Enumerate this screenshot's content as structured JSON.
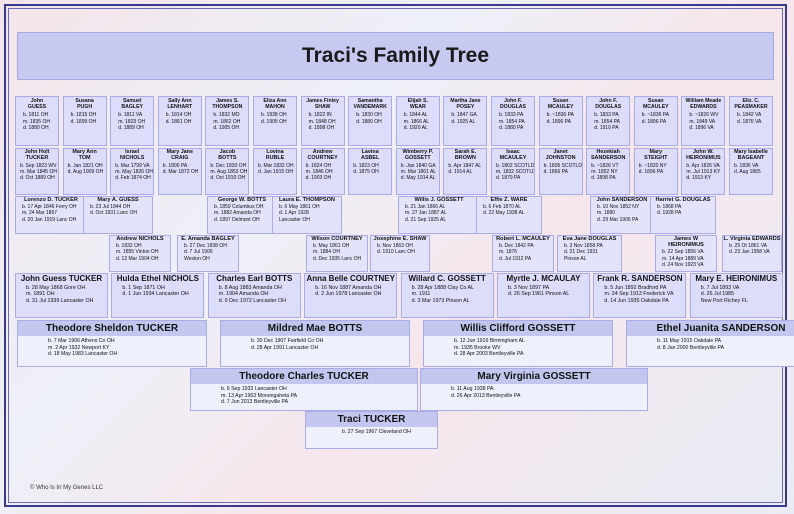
{
  "title": "Traci's Family Tree",
  "copyright": "© Who Is In My Genes LLC",
  "g6": [
    {
      "name": "John\nGUESS",
      "lines": [
        "b. 1811 OH",
        "m. 1835 OH",
        "d. 1880 OH"
      ]
    },
    {
      "name": "Susana\nPUGH",
      "lines": [
        "b. 1815 OH",
        "d. 1899 OH"
      ]
    },
    {
      "name": "Samuel\nBAGLEY",
      "lines": [
        "b. 1811 VA",
        "m. 1833 OH",
        "d. 1889 OH"
      ]
    },
    {
      "name": "Sally Ann\nLENHART",
      "lines": [
        "b. 1814 OH",
        "d. 1861 OH"
      ]
    },
    {
      "name": "James S.\nTHOMPSON",
      "lines": [
        "b. 1832 MO",
        "m. 1862 OH",
        "d. 1905 OH"
      ]
    },
    {
      "name": "Eliza Ann\nMAHON",
      "lines": [
        "b. 1838 OH",
        "d. 1905 OH"
      ]
    },
    {
      "name": "James Finley\nSHAW",
      "lines": [
        "b. 1822 IN",
        "m. 1848 OH",
        "d. 1898 OH"
      ]
    },
    {
      "name": "Samantha\nVANDEMARK",
      "lines": [
        "b. 1830 OH",
        "d. 1880 OH"
      ]
    },
    {
      "name": "Elijah S.\nWEAR",
      "lines": [
        "b. 1844 AL",
        "m. 1866 AL",
        "d. 1920 AL"
      ]
    },
    {
      "name": "Martha Jane\nPOSEY",
      "lines": [
        "b. 1847 GA",
        "d. 1925 AL"
      ]
    },
    {
      "name": "John F.\nDOUGLAS",
      "lines": [
        "b. 1833 PA",
        "m. 1854 PA",
        "d. 1880 PA"
      ]
    },
    {
      "name": "Susan\nMCAULEY",
      "lines": [
        "b. ~1836 PA",
        "d. 1896 PA"
      ]
    },
    {
      "name": "John F.\nDOUGLAS",
      "lines": [
        "b. 1833 PA",
        "m. 1854 PA",
        "d. 1910 PA"
      ]
    },
    {
      "name": "Susan\nMCAULEY",
      "lines": [
        "b. ~1836 PA",
        "d. 1896 PA"
      ]
    },
    {
      "name": "William Meade\nEDWARDS",
      "lines": [
        "b. ~1826 WV",
        "m. 1849 VA",
        "d. 1896 VA"
      ]
    },
    {
      "name": "Eliz. C.\nPEASMAKER",
      "lines": [
        "b. 1842 VA",
        "d. 1876 VA"
      ]
    }
  ],
  "g5": [
    {
      "name": "John Holt\nTUCKER",
      "lines": [
        "b. Sep 1823 WV",
        "m. Mar 1845 OH",
        "d. Oct 1889 OH"
      ]
    },
    {
      "name": "Mary Ann\nTOM",
      "lines": [
        "b. Jan 1821 OH",
        "d. Aug 1909 OH"
      ]
    },
    {
      "name": "Israel\nNICHOLS",
      "lines": [
        "b. Mar 1799 VA",
        "m. May 1826 OH",
        "d. Feb 1874 OH"
      ]
    },
    {
      "name": "Mary Jane\nCRAIG",
      "lines": [
        "b. 1806 PA",
        "d. Mar 1872 OH"
      ]
    },
    {
      "name": "Jacob\nBOTTS",
      "lines": [
        "b. Dec 1830 OH",
        "m. Aug 1853 OH",
        "d. Oct 1910 OH"
      ]
    },
    {
      "name": "Lovina\nRUBLE",
      "lines": [
        "b. Mar 1832 OH",
        "d. Jan 1915 OH"
      ]
    },
    {
      "name": "Andrew\nCOURTNEY",
      "lines": [
        "b. 1824 OH",
        "m. 1846 OH",
        "d. 1903 OH"
      ]
    },
    {
      "name": "Lavina\nASBEL",
      "lines": [
        "b. 1823 OH",
        "d. 1875 OH"
      ]
    },
    {
      "name": "Wimberry P.\nGOSSETT",
      "lines": [
        "b. Jan 1840 GA",
        "m. Mar 1861 AL",
        "d. May 1914 AL"
      ]
    },
    {
      "name": "Sarah E.\nBROWN",
      "lines": [
        "b. Apr 1847 AL",
        "d. 1914 AL"
      ]
    },
    {
      "name": "Isaac\nMCAULEY",
      "lines": [
        "b. 1802 SCOTLD",
        "m. 1832 SCOTLD",
        "d. 1879 PA"
      ]
    },
    {
      "name": "Janet\nJOHNSTON",
      "lines": [
        "b. 1805 SCOTLD",
        "d. 1866 PA"
      ]
    },
    {
      "name": "Hezekiah\nSANDERSON",
      "lines": [
        "b. ~1826 VT",
        "m. 1852 NY",
        "d. 1898 PA"
      ]
    },
    {
      "name": "Mary\nSTEIGHT",
      "lines": [
        "b. ~1820 NY",
        "d. 1896 PA"
      ]
    },
    {
      "name": "John W.\nHEIRONIMUS",
      "lines": [
        "b. Apr 1826 VA",
        "m. Jul 1913 KY",
        "d. 1913 KY"
      ]
    },
    {
      "name": "Mary Isabelle\nBAGEANT",
      "lines": [
        "b. 1836 VA",
        "d. Aug 1865"
      ]
    }
  ],
  "g4": [
    {
      "name": "Lorenzo D. TUCKER",
      "lines": [
        "b. 17 Apr 1846 Ferry OH",
        "m. 24 Mar 1867",
        "d. 20 Jan 1919 Lanc OH"
      ]
    },
    {
      "name": "Mary A. GUESS",
      "lines": [
        "b. 23 Jul 1844 OH",
        "d. Oct 1931 Lanc OH"
      ]
    },
    {
      "name": "Andrew NICHOLS",
      "lines": [
        "b. 1832 OH",
        "m. 1855 Vinton OH",
        "d. 12 Mar 1904 OH"
      ]
    },
    {
      "name": "E. Amanda BAGLEY",
      "lines": [
        "b. 27 Dec 1838 OH",
        "d. 7 Jul 1906",
        "Weston OH"
      ]
    },
    {
      "name": "George W. BOTTS",
      "lines": [
        "b. 1859 Columbus OH",
        "m. 1882 Amanda OH",
        "d. 1897 Delmont OH"
      ]
    },
    {
      "name": "Laura E. THOMPSON",
      "lines": [
        "b. 6 May 1861 OH",
        "d. 1 Apr 1928",
        "Lancaster OH"
      ]
    },
    {
      "name": "Wilson COURTNEY",
      "lines": [
        "b. May 1861 OH",
        "m. 1884 OH",
        "d. Dec 1935 Lanc OH"
      ]
    },
    {
      "name": "Josephine E. SHAW",
      "lines": [
        "b. Nov 1863 OH",
        "d. 1910 Lanc OH"
      ]
    },
    {
      "name": "Willis J. GOSSETT",
      "lines": [
        "b. 21 Jan 1866 AL",
        "m. 27 Jan 1887 AL",
        "d. 21 Sep 1925 AL"
      ]
    },
    {
      "name": "Effie Z. WARE",
      "lines": [
        "b. 6 Feb 1870 AL",
        "d. 22 May 1938 AL"
      ]
    },
    {
      "name": "Robert L. MCAULEY",
      "lines": [
        "b. Dec 1842 PA",
        "m. 1876",
        "d. Jul 1912 PA"
      ]
    },
    {
      "name": "Eva Jane DOUGLAS",
      "lines": [
        "b. 3 Nov 1858 PA",
        "d. 21 Dec 1931",
        "Pinson AL"
      ]
    },
    {
      "name": "John SANDERSON",
      "lines": [
        "b. 10 Nov 1852 NY",
        "m. 1890",
        "d. 29 Mar 1906 PA"
      ]
    },
    {
      "name": "Harriet G. DOUGLAS",
      "lines": [
        "b. 1868 PA",
        "d. 1928 PA"
      ]
    },
    {
      "name": "James W HEIRONIMUS",
      "lines": [
        "b. 22 Sep 1856 VA",
        "m. 14 Apr 1889 VA",
        "d. 24 Nov 1923 VA"
      ]
    },
    {
      "name": "L. Virginia EDWARDS",
      "lines": [
        "b. 25 Ot 1861 VA",
        "d. 23 Jan 1958 VA"
      ]
    }
  ],
  "g3": [
    {
      "name": "John Guess TUCKER",
      "lines": [
        "b. 28 May 1868 Gore OH",
        "m. 1891 OH",
        "d. 31 Jul 1939 Lancaster OH"
      ]
    },
    {
      "name": "Hulda Ethel NICHOLS",
      "lines": [
        "b. 1 Sep 1871 OH",
        "d. 1 Jun 1934 Lancaster OH"
      ]
    },
    {
      "name": "Charles Earl BOTTS",
      "lines": [
        "b. 8 Aug 1883 Amanda OH",
        "m. 1904 Amanda OH",
        "d. 9 Dec 1972 Lancaster OH"
      ]
    },
    {
      "name": "Anna Belle COURTNEY",
      "lines": [
        "b. 16 Nov 1887 Amanda OH",
        "d. 2 Jun 1978 Lancaster OH"
      ]
    },
    {
      "name": "Willard C. GOSSETT",
      "lines": [
        "b. 28 Apr 1888 Clay Co AL",
        "m. 1911",
        "d. 3 Mar 1973 Pinson AL"
      ]
    },
    {
      "name": "Myrtle J. MCAULAY",
      "lines": [
        "b. 3 Nov 1897 PA",
        "d. 26 Sep 1961 Pinson AL"
      ]
    },
    {
      "name": "Frank R. SANDERSON",
      "lines": [
        "b. 5 Jun 1892 Bradford PA",
        "m. 24 Sep 1913 Frederick VA",
        "d. 14 Jun 1935 Oakdale PA"
      ]
    },
    {
      "name": "Mary E. HEIRONIMUS",
      "lines": [
        "b. 7 Jul 1893 VA",
        "d. 26 Jul 1985",
        "New Port Richey FL"
      ]
    }
  ],
  "g2": [
    {
      "name": "Theodore Sheldon TUCKER",
      "lines": [
        "b. 7 Mar 1906 Athens Co OH",
        "m. 2 Apr 1932 Newport KY",
        "d. 18 May 1983 Lancaster OH"
      ]
    },
    {
      "name": "Mildred Mae BOTTS",
      "lines": [
        "b. 30 Dec 1907 Fairfield Co OH",
        "d. 28 Apr 1991 Lancaster OH"
      ]
    },
    {
      "name": "Willis Clifford GOSSETT",
      "lines": [
        "b. 12 Jun 1916 Birmingham AL",
        "m. 1935 Brooke WV",
        "d. 28 Apr 2003 Bentleyville PA"
      ]
    },
    {
      "name": "Ethel Juanita SANDERSON",
      "lines": [
        "b. 11 May 1915 Oakdale PA",
        "d. 8 Jan 2000 Bentleyville PA"
      ]
    }
  ],
  "g1": [
    {
      "name": "Theodore Charles TUCKER",
      "lines": [
        "b. 6 Sep 1933 Lancaster OH",
        "m. 13 Apr 1963 Monongahela PA",
        "d. 7 Jun 2013 Bentleyville PA"
      ]
    },
    {
      "name": "Mary Virginia GOSSETT",
      "lines": [
        "b. 11 Aug 1938 PA",
        "d. 26 Apr 2013 Bentleyville PA"
      ]
    }
  ],
  "g0": [
    {
      "name": "Traci TUCKER",
      "lines": [
        "b. 27 Sep 1967 Cleveland OH"
      ]
    }
  ]
}
